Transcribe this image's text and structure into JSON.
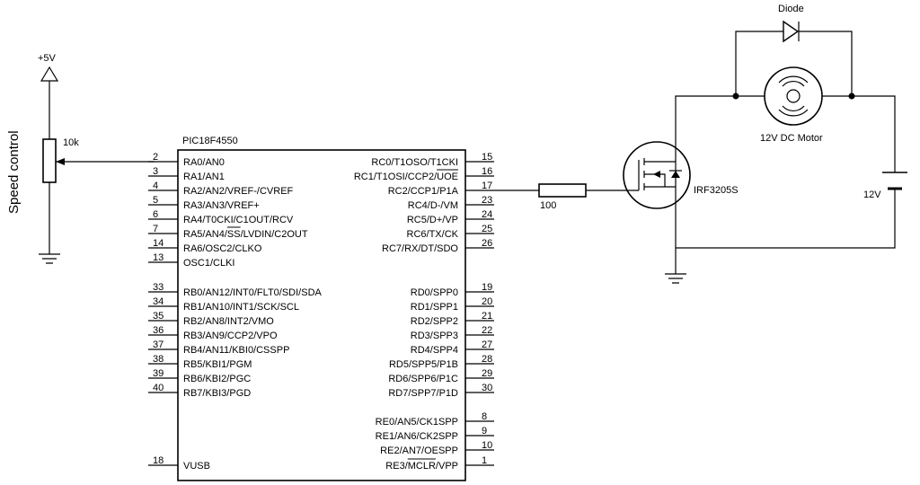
{
  "power": {
    "vcc_label": "+5V",
    "battery_label": "12V"
  },
  "pot": {
    "value": "10k",
    "side_label": "Speed control"
  },
  "mcu": {
    "name": "PIC18F4550",
    "left_pins": [
      {
        "num": "2",
        "label": "RA0/AN0"
      },
      {
        "num": "3",
        "label": "RA1/AN1"
      },
      {
        "num": "4",
        "label": "RA2/AN2/VREF-/CVREF"
      },
      {
        "num": "5",
        "label": "RA3/AN3/VREF+"
      },
      {
        "num": "6",
        "label": "RA4/T0CKI/C1OUT/RCV"
      },
      {
        "num": "7",
        "label": "RA5/AN4/SS/LVDIN/C2OUT"
      },
      {
        "num": "14",
        "label": "RA6/OSC2/CLKO"
      },
      {
        "num": "13",
        "label": "OSC1/CLKI"
      },
      {
        "num": "33",
        "label": "RB0/AN12/INT0/FLT0/SDI/SDA"
      },
      {
        "num": "34",
        "label": "RB1/AN10/INT1/SCK/SCL"
      },
      {
        "num": "35",
        "label": "RB2/AN8/INT2/VMO"
      },
      {
        "num": "36",
        "label": "RB3/AN9/CCP2/VPO"
      },
      {
        "num": "37",
        "label": "RB4/AN11/KBI0/CSSPP"
      },
      {
        "num": "38",
        "label": "RB5/KBI1/PGM"
      },
      {
        "num": "39",
        "label": "RB6/KBI2/PGC"
      },
      {
        "num": "40",
        "label": "RB7/KBI3/PGD"
      },
      {
        "num": "18",
        "label": "VUSB"
      }
    ],
    "right_pins": [
      {
        "num": "15",
        "label": "RC0/T1OSO/T1CKI"
      },
      {
        "num": "16",
        "label": "RC1/T1OSI/CCP2/UOE"
      },
      {
        "num": "17",
        "label": "RC2/CCP1/P1A"
      },
      {
        "num": "23",
        "label": "RC4/D-/VM"
      },
      {
        "num": "24",
        "label": "RC5/D+/VP"
      },
      {
        "num": "25",
        "label": "RC6/TX/CK"
      },
      {
        "num": "26",
        "label": "RC7/RX/DT/SDO"
      },
      {
        "num": "19",
        "label": "RD0/SPP0"
      },
      {
        "num": "20",
        "label": "RD1/SPP1"
      },
      {
        "num": "21",
        "label": "RD2/SPP2"
      },
      {
        "num": "22",
        "label": "RD3/SPP3"
      },
      {
        "num": "27",
        "label": "RD4/SPP4"
      },
      {
        "num": "28",
        "label": "RD5/SPP5/P1B"
      },
      {
        "num": "29",
        "label": "RD6/SPP6/P1C"
      },
      {
        "num": "30",
        "label": "RD7/SPP7/P1D"
      },
      {
        "num": "8",
        "label": "RE0/AN5/CK1SPP"
      },
      {
        "num": "9",
        "label": "RE1/AN6/CK2SPP"
      },
      {
        "num": "10",
        "label": "RE2/AN7/OESPP"
      },
      {
        "num": "1",
        "label": "RE3/MCLR/VPP"
      }
    ]
  },
  "resistor": {
    "value": "100"
  },
  "mosfet": {
    "label": "IRF3205S"
  },
  "diode": {
    "label": "Diode"
  },
  "motor": {
    "label": "12V DC Motor"
  }
}
